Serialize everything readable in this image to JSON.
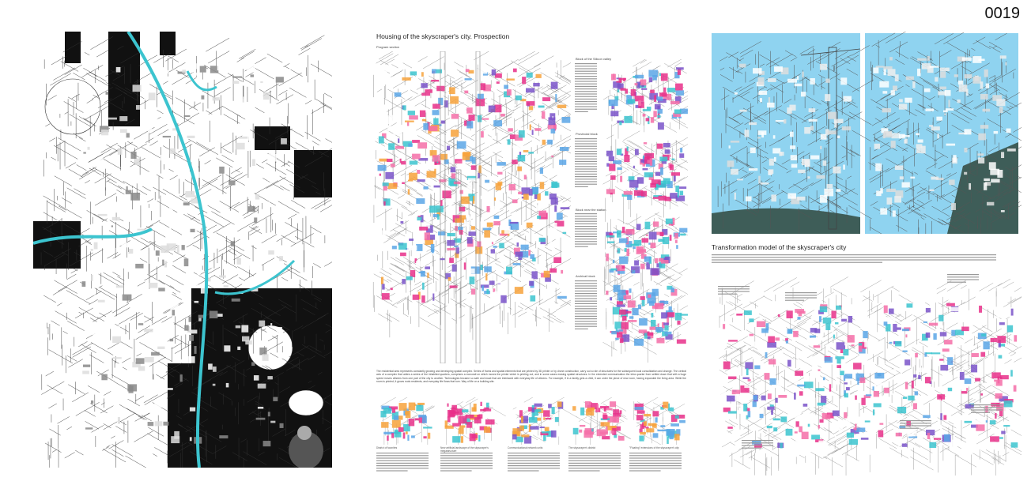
{
  "board_number": "0019",
  "colors": {
    "cyan": "#3cc4cf",
    "magenta": "#e8308a",
    "pink": "#f46fa8",
    "blue": "#5aa6e6",
    "purple": "#7a53c9",
    "orange": "#f7a23b",
    "sky": "#8fd3f0",
    "ground": "#3e5d58",
    "black": "#111111"
  },
  "left_panel": {
    "description_icon": "axonometric-drawing"
  },
  "middle_panel": {
    "title": "Housing of the skyscraper's city. Prospection",
    "subtitle": "Program section",
    "blocks": [
      {
        "title": "Block of the Silicon valley"
      },
      {
        "title": "Provincial block"
      },
      {
        "title": "Block near the station"
      },
      {
        "title": "Archival block"
      }
    ],
    "paragraph": "The residential area represents constantly growing and developing spatial complex. Series of frams and spatial elements that are printed by 3D printer or by drone construction, carry out a role of structures for the subsequent local consolidation and change. The central axis of a complex that unites a series of the inhabited quarters, comprises a monorail on which moves the printer which is printing out, and in some cases erasing spatial structures. In the extended communication the intra quarter from settled down that with a huge speed moves citizens from one part of the city to another. Technologies became so safe and exact that are interlaced with everyday life of citizens. For example, if in a family gets a child, it can order the piece of new room, having expanded the living area. While the room is printed, it grows roots residents, and everyday life flows that turn. Way of life on a building site.",
    "captions": [
      "District of favorites",
      "New artificial landscape of the skyscraper's megastructure",
      "Communicational network units",
      "The skyscraper's district",
      "\"Floating\" extensions of the skyscraper's city"
    ]
  },
  "right_panel": {
    "title": "Transformation model of the skyscraper's city"
  }
}
